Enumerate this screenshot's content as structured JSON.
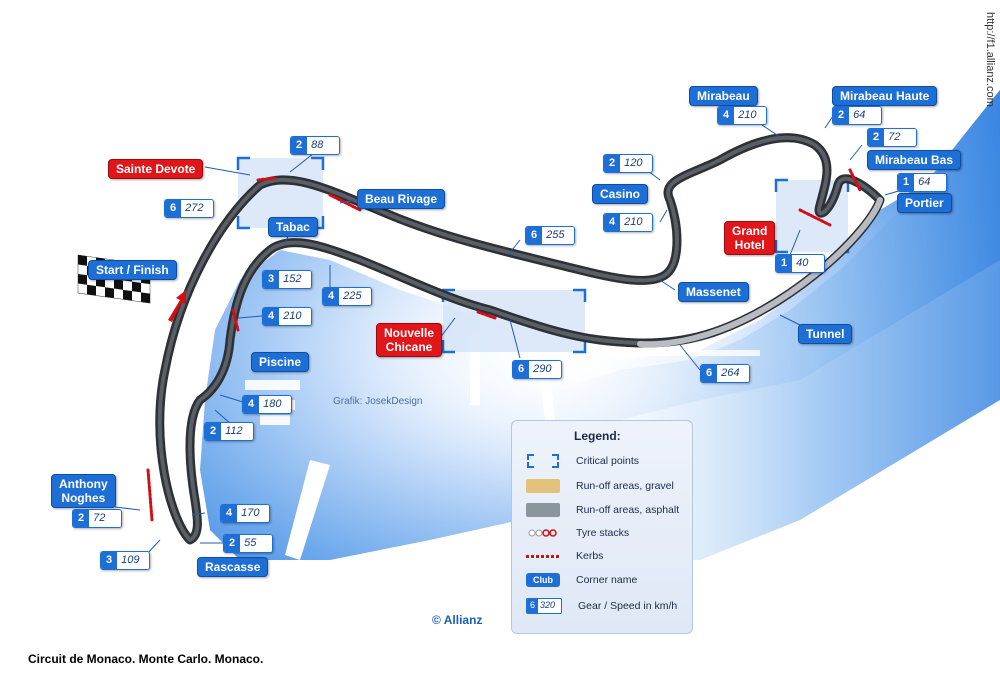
{
  "site_url": "http://f1.allianz.com",
  "caption": "Circuit de Monaco. Monte Carlo. Monaco.",
  "credit": "Grafik: JosekDesign",
  "brand": "© Allianz",
  "colors": {
    "label_blue": "#1d6fd6",
    "label_red": "#e0161b",
    "sea": "#4f96e4",
    "track": "#3a3d42"
  },
  "corners": {
    "sainte_devote": "Sainte Devote",
    "beau_rivage": "Beau Rivage",
    "tabac": "Tabac",
    "start_finish": "Start / Finish",
    "piscine": "Piscine",
    "anthony_noghes": "Anthony\nNoghes",
    "rascasse": "Rascasse",
    "nouvelle_chicane": "Nouvelle\nChicane",
    "casino": "Casino",
    "mirabeau": "Mirabeau",
    "mirabeau_haute": "Mirabeau Haute",
    "mirabeau_bas": "Mirabeau Bas",
    "portier": "Portier",
    "grand_hotel": "Grand\nHotel",
    "massenet": "Massenet",
    "tunnel": "Tunnel"
  },
  "gear_speed": {
    "sd_top": {
      "gear": "2",
      "speed": "88"
    },
    "sd_left": {
      "gear": "6",
      "speed": "272"
    },
    "tabac": {
      "gear": "3",
      "speed": "152"
    },
    "tabac2": {
      "gear": "4",
      "speed": "225"
    },
    "piscine1": {
      "gear": "4",
      "speed": "210"
    },
    "piscine2": {
      "gear": "4",
      "speed": "180"
    },
    "piscine3": {
      "gear": "2",
      "speed": "112"
    },
    "noghes": {
      "gear": "2",
      "speed": "72"
    },
    "b3109": {
      "gear": "3",
      "speed": "109"
    },
    "b4170": {
      "gear": "4",
      "speed": "170"
    },
    "rascasse": {
      "gear": "2",
      "speed": "55"
    },
    "chicane": {
      "gear": "6",
      "speed": "290"
    },
    "tunnel": {
      "gear": "6",
      "speed": "264"
    },
    "b6255": {
      "gear": "6",
      "speed": "255"
    },
    "casino_top": {
      "gear": "2",
      "speed": "120"
    },
    "casino_bot": {
      "gear": "4",
      "speed": "210"
    },
    "mirabeau": {
      "gear": "4",
      "speed": "210"
    },
    "mir_haute": {
      "gear": "2",
      "speed": "64"
    },
    "mir_bas": {
      "gear": "2",
      "speed": "72"
    },
    "portier": {
      "gear": "1",
      "speed": "64"
    },
    "grand_hotel": {
      "gear": "1",
      "speed": "40"
    }
  },
  "legend": {
    "title": "Legend:",
    "critical_points": "Critical points",
    "runoff_gravel": "Run-off areas, gravel",
    "runoff_asphalt": "Run-off areas, asphalt",
    "tyre_stacks": "Tyre stacks",
    "kerbs": "Kerbs",
    "corner_name": "Corner name",
    "gear_speed": "Gear / Speed in km/h",
    "sample_club": "Club",
    "sample_gear": "6",
    "sample_speed": "320"
  }
}
